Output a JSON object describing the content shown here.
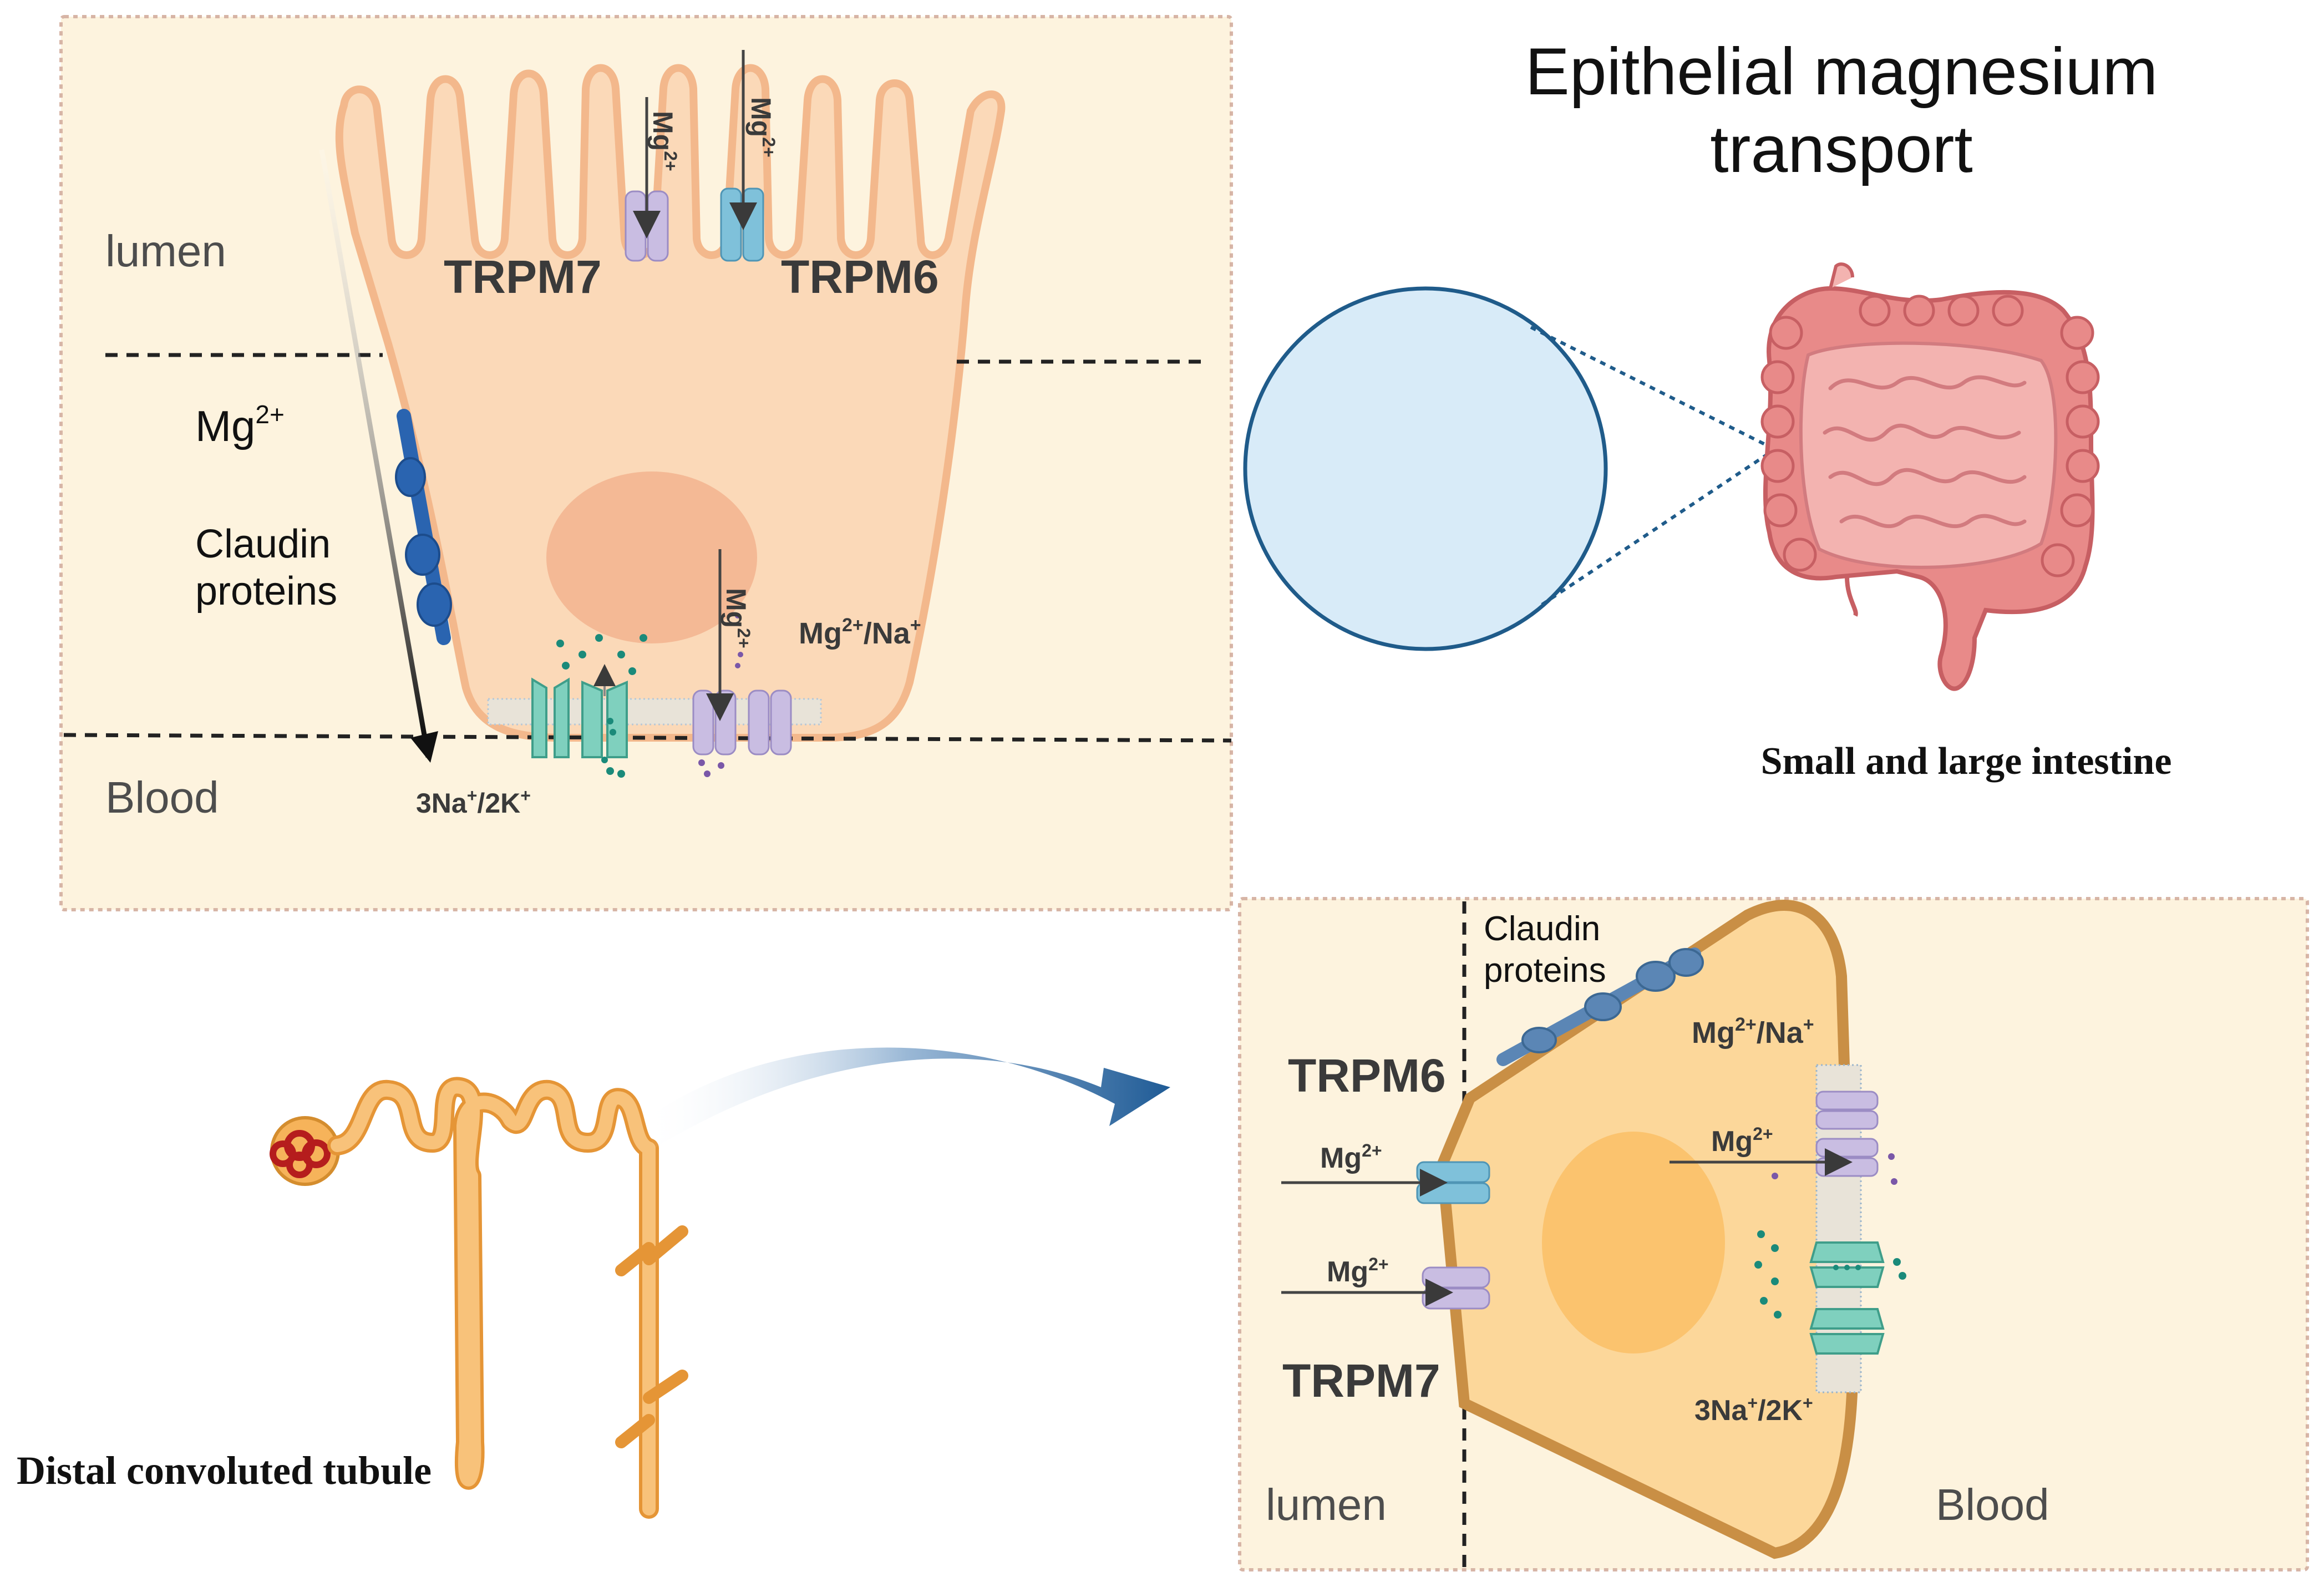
{
  "title": {
    "line1": "Epithelial magnesium",
    "line2": "transport"
  },
  "intestine_panel": {
    "lumen": "lumen",
    "blood": "Blood",
    "mg": "Mg",
    "mg_sup": "2+",
    "claudin_line1": "Claudin",
    "claudin_line2": "proteins",
    "trpm7": "TRPM7",
    "trpm6": "TRPM6",
    "exchanger_mg_sup": "2+",
    "exchanger_tail": "/Na",
    "exchanger_plus": "+",
    "pump": "3Na",
    "pump_plus": "+",
    "pump_mid": "/2K",
    "pump_plus2": "+",
    "apical_mg_1": "Mg",
    "apical_mg_sup_1": "2+",
    "apical_mg_2": "Mg",
    "apical_mg_sup_2": "2+",
    "basal_mg": "Mg",
    "basal_mg_sup": "2+"
  },
  "organ_caption": "Small and large intestine",
  "nephron_caption": "Distal convoluted tubule",
  "kidney_panel": {
    "claudin_line1": "Claudin",
    "claudin_line2": "proteins",
    "trpm6": "TRPM6",
    "trpm7": "TRPM7",
    "mg": "Mg",
    "mg_sup": "2+",
    "exchanger_mg_sup": "2+",
    "exchanger_tail": "/Na",
    "exchanger_plus": "+",
    "pump": "3Na",
    "pump_plus": "+",
    "pump_mid": "/2K",
    "pump_plus2": "+",
    "lumen": "lumen",
    "blood": "Blood"
  },
  "colors": {
    "panel_bg": "#fdf3de",
    "panel_border": "#d7b5a6",
    "cell_fill": "#fbd9b8",
    "cell_stroke": "#f3b88c",
    "nucleus": "#f4b995",
    "trpm7": "#c9bde2",
    "trpm6": "#7fc1da",
    "pump": "#7fd0be",
    "claudin": "#2a64b0",
    "kidney_cell": "#fcd79a",
    "kidney_border": "#c98f45",
    "kidney_nucleus": "#fbc36e",
    "zoom_circle": "#d8ebf8",
    "zoom_stroke": "#1f5b8a"
  }
}
